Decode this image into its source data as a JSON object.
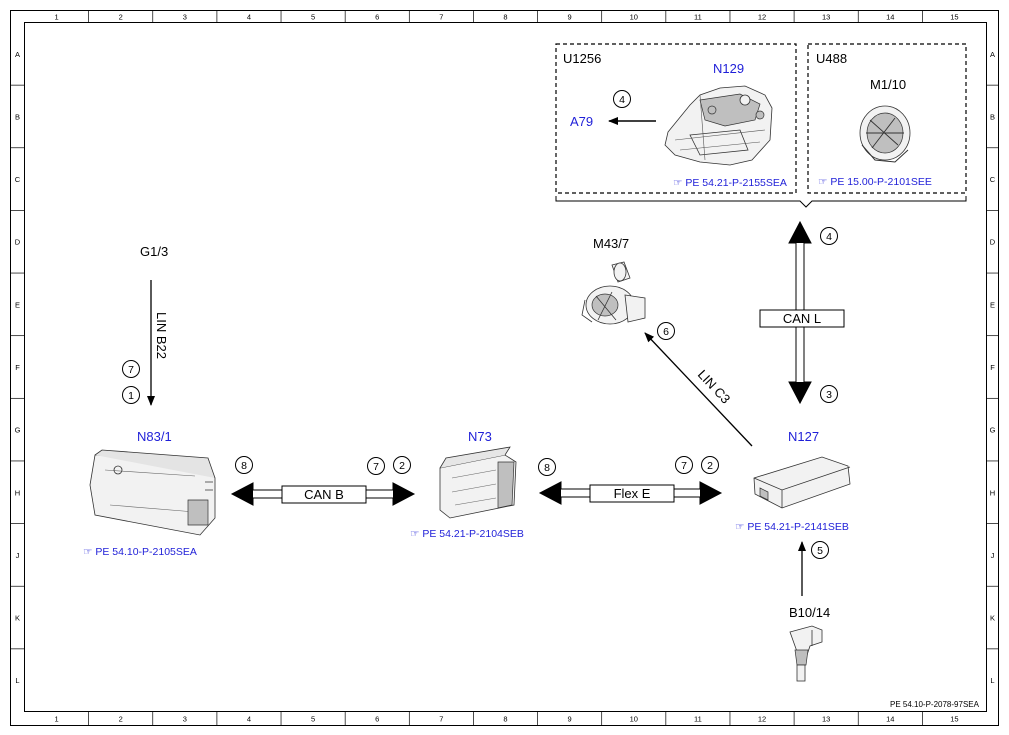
{
  "grid": {
    "columns": [
      "1",
      "2",
      "3",
      "4",
      "5",
      "6",
      "7",
      "8",
      "9",
      "10",
      "11",
      "12",
      "13",
      "14",
      "15"
    ],
    "rows": [
      "A",
      "B",
      "C",
      "D",
      "E",
      "F",
      "G",
      "H",
      "J",
      "K",
      "L"
    ]
  },
  "footer_code": "PE 54.10-P-2078-97SEA",
  "groups": {
    "u1256": "U1256",
    "u488": "U488"
  },
  "components": {
    "n129": "N129",
    "a79": "A79",
    "m1_10": "M1/10",
    "m43_7": "M43/7",
    "g1_3": "G1/3",
    "n83_1": "N83/1",
    "n73": "N73",
    "n127": "N127",
    "b10_14": "B10/14"
  },
  "references": {
    "n129": "PE 54.21-P-2155SEA",
    "m1_10": "PE 15.00-P-2101SEE",
    "n83_1": "PE 54.10-P-2105SEA",
    "n73": "PE 54.21-P-2104SEB",
    "n127": "PE 54.21-P-2141SEB"
  },
  "buses": {
    "can_l": "CAN L",
    "can_b": "CAN B",
    "flex_e": "Flex E",
    "lin_b22": "LIN B22",
    "lin_c3": "LIN C3"
  },
  "badges": {
    "a79_arrow": "4",
    "can_l_top": "4",
    "can_l_bottom": "3",
    "lin_c3": "6",
    "lin_b22_upper": "7",
    "lin_b22_lower": "1",
    "can_b_left": "8",
    "can_b_right_1": "7",
    "can_b_right_2": "2",
    "flex_e_left": "8",
    "flex_e_right_1": "7",
    "flex_e_right_2": "2",
    "b10_14": "5"
  }
}
